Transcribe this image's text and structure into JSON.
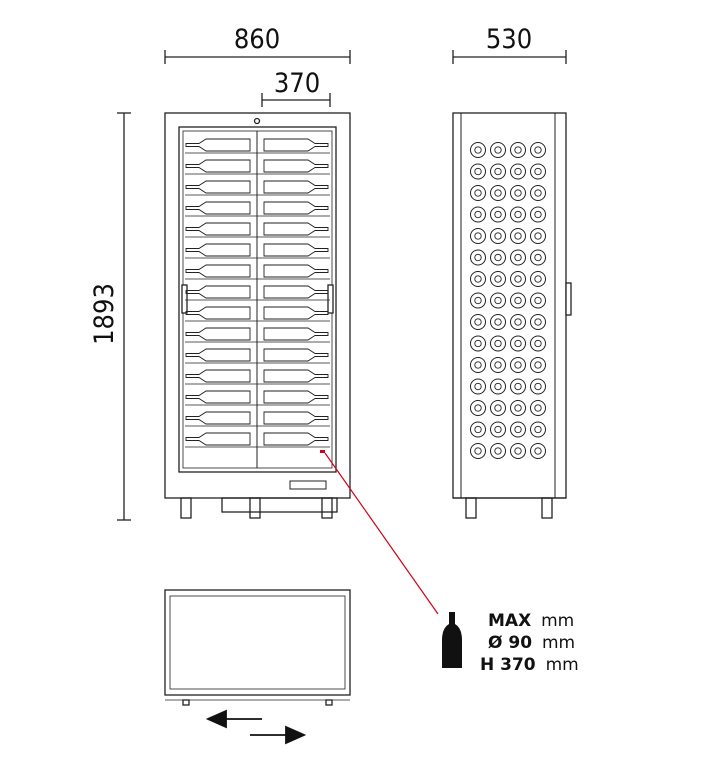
{
  "dimensions": {
    "width": "860",
    "depth": "530",
    "shelf_depth": "370",
    "height": "1893"
  },
  "bottle_spec": {
    "line1_label": "MAX",
    "line1_unit": "mm",
    "line2_label": "Ø 90",
    "line2_unit": "mm",
    "line3_label": "H 370",
    "line3_unit": "mm"
  },
  "front_view": {
    "shelf_rows": 15,
    "bottles_per_row": 2
  },
  "side_view": {
    "rows": 15,
    "columns": 4
  },
  "colors": {
    "line": "#222222",
    "callout": "#d0021b"
  }
}
